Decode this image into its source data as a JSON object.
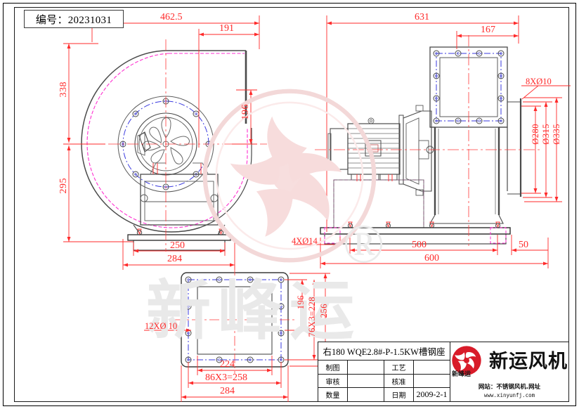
{
  "sheet": {
    "number_box": "编号：20231031",
    "watermark_text": "新峰运",
    "watermark_r": "®"
  },
  "views": {
    "front": {
      "name": "front-elevation",
      "dims": {
        "overall_width": "462.5",
        "outlet_offset": "191",
        "height_upper": "338",
        "height_lower": "295",
        "outlet_height": "196",
        "base_inner": "250",
        "base_outer": "284"
      }
    },
    "side": {
      "name": "side-elevation",
      "dims": {
        "overall_length": "631",
        "outlet_width": "167",
        "inlet_bolts": "8XØ10",
        "inlet_d1": "Ø280",
        "inlet_d2": "Ø315",
        "inlet_d3": "Ø335",
        "base_bolts": "4XØ14",
        "base_hole_span": "500",
        "base_end": "50",
        "base_total": "600"
      }
    },
    "bottom": {
      "name": "outlet-flange-view",
      "dims": {
        "flange_bolts": "12XØ 10",
        "width_inner": "224",
        "width_pitch": "86X3=258",
        "width_outer": "284",
        "height_inner": "196",
        "height_pitch": "76X3=228",
        "height_outer": "256"
      }
    }
  },
  "title_block": {
    "model": "右180 WQE2.8#-P-1.5KW槽钢座",
    "rows": [
      {
        "label": "制图",
        "value": "",
        "label2": "工艺",
        "value2": ""
      },
      {
        "label": "审核",
        "value": "",
        "label2": "核准",
        "value2": ""
      }
    ],
    "last_row": {
      "label": "数量",
      "value": "",
      "date_label": "日期",
      "date_value": "2009-2-1"
    },
    "brand": {
      "name": "新运风机",
      "logo_sub": "新峰运",
      "site_line1": "网站：不锈钢风机.网址",
      "site_line2": "www.xinyunfj.com"
    }
  },
  "colors": {
    "dimension": "#ff2a2a",
    "outline": "#3a3a3a",
    "centerline": "#ff3b3b",
    "hidden_magenta": "#ff2fd0",
    "bolt_circle_blue": "#3a3adf",
    "watermark": "#f6dcdc"
  }
}
